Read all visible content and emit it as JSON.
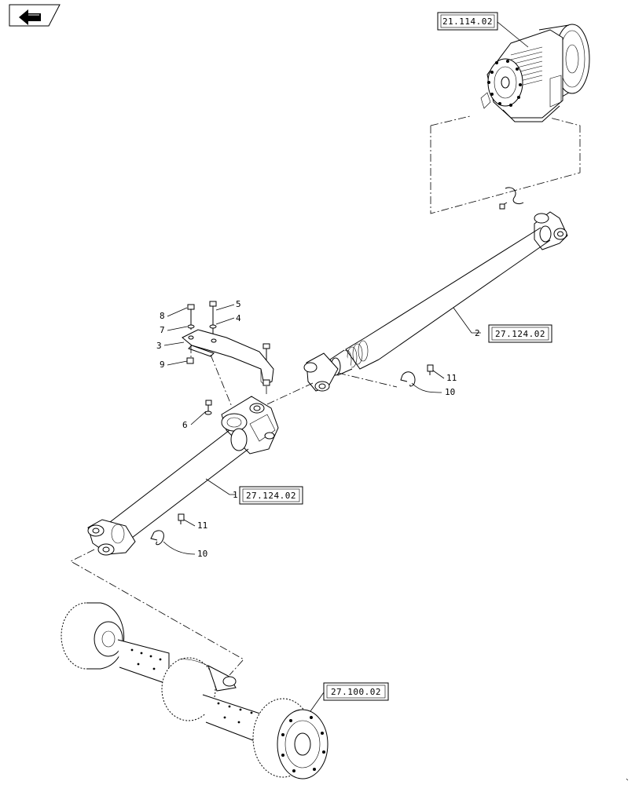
{
  "nav": {
    "icon": "previous-page-arrow-icon"
  },
  "references": {
    "transmission": "21.114.02",
    "shaft_rear": "27.124.02",
    "shaft_front": "27.124.02",
    "axle": "27.100.02"
  },
  "callouts": {
    "c1": "1",
    "c2": "2",
    "c3": "3",
    "c4": "4",
    "c5": "5",
    "c6": "6",
    "c7": "7",
    "c8": "8",
    "c9": "9",
    "c10a": "10",
    "c10b": "10",
    "c11a": "11",
    "c11b": "11"
  }
}
